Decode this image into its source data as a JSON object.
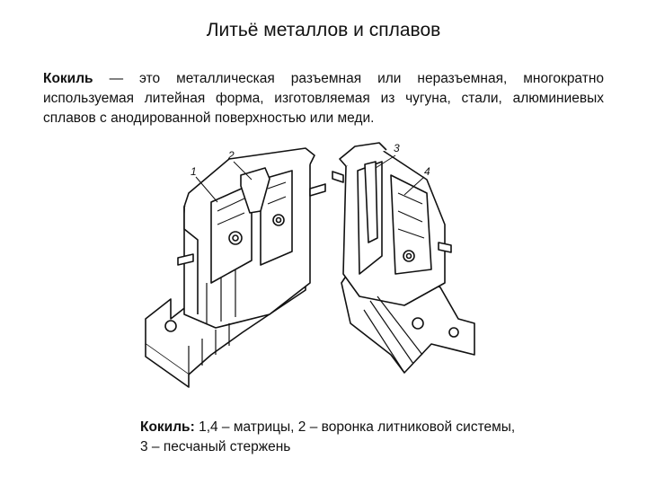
{
  "title": "Литьё металлов и сплавов",
  "definition": {
    "term": "Кокиль",
    "text": " — это металлическая разъемная или неразъемная, многократно используемая литейная форма, изготовляемая из чугуна, стали, алюминиевых сплавов с анодированной поверхностью или меди."
  },
  "figure": {
    "labels": [
      "1",
      "2",
      "3",
      "4"
    ]
  },
  "caption": {
    "term": "Кокиль:",
    "text": " 1,4 – матрицы, 2 – воронка литниковой системы, 3 – песчаный стержень"
  }
}
